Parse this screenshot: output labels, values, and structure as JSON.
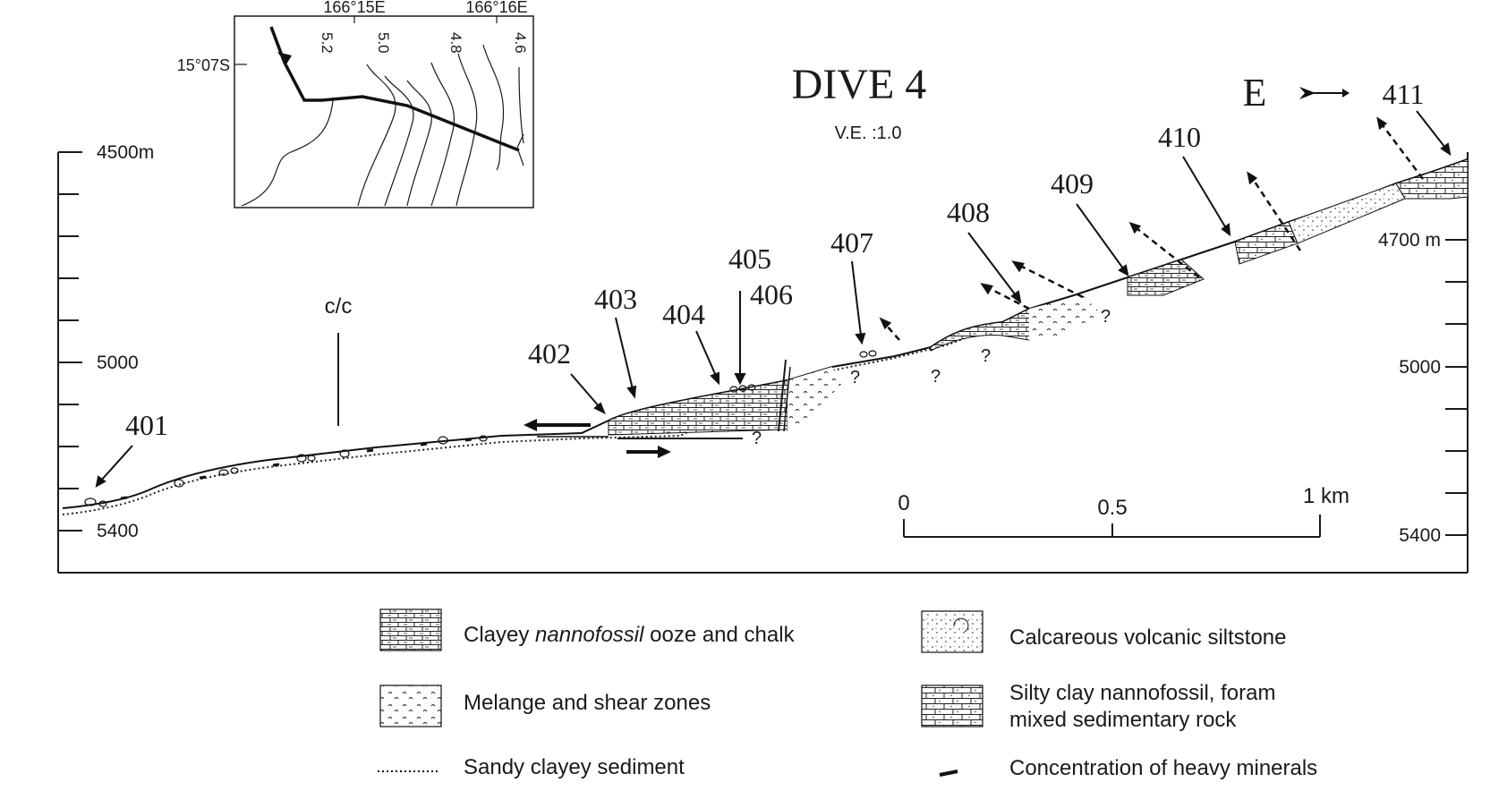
{
  "title": "DIVE 4",
  "subtitle": "V.E. :1.0",
  "direction": {
    "label": "E",
    "arrow_icon": "arrow-right-icon"
  },
  "inset_map": {
    "lon_labels": [
      "166°15E",
      "166°16E"
    ],
    "lat_label": "15°07S",
    "contour_labels": [
      "5.2",
      "5.0",
      "4.8",
      "4.6"
    ]
  },
  "left_axis": {
    "labels": [
      "4500m",
      "5000",
      "5400"
    ]
  },
  "right_axis": {
    "labels": [
      "4700 m",
      "5000",
      "5400"
    ]
  },
  "scale_bar": {
    "labels": [
      "0",
      "0.5",
      "1 km"
    ]
  },
  "stations": [
    "401",
    "402",
    "403",
    "404",
    "405",
    "406",
    "407",
    "408",
    "409",
    "410",
    "411"
  ],
  "cc_label": "c/c",
  "question_mark": "?",
  "legend": [
    {
      "id": "ooze",
      "label": "Clayey ",
      "label_italic": "nannofossil",
      "label_rest": " ooze and chalk"
    },
    {
      "id": "siltstone",
      "label": "Calcareous volcanic siltstone"
    },
    {
      "id": "melange",
      "label": "Melange and shear zones"
    },
    {
      "id": "siltyclay",
      "label_line1": "Silty clay nannofossil, foram",
      "label_line2": "mixed sedimentary rock"
    },
    {
      "id": "sandy",
      "label": "Sandy clayey sediment"
    },
    {
      "id": "heavy",
      "label": "Concentration of heavy minerals"
    }
  ]
}
